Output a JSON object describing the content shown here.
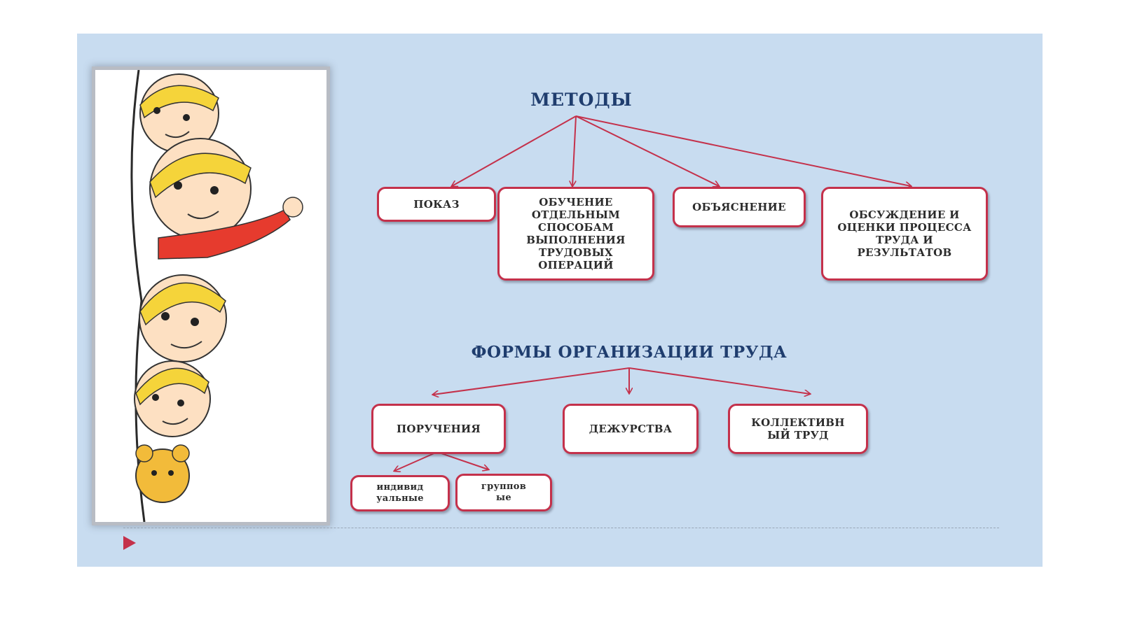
{
  "diagram": {
    "methods_title": "МЕТОДЫ",
    "methods": [
      "ПОКАЗ",
      "ОБУЧЕНИЕ\nОТДЕЛЬНЫМ\nСПОСОБАМ\nВЫПОЛНЕНИЯ\nТРУДОВЫХ\nОПЕРАЦИЙ",
      "ОБЪЯСНЕНИЕ",
      "ОБСУЖДЕНИЕ И\nОЦЕНКИ ПРОЦЕССА\nТРУДА И\nРЕЗУЛЬТАТОВ"
    ],
    "forms_title": "ФОРМЫ ОРГАНИЗАЦИИ ТРУДА",
    "forms": [
      "ПОРУЧЕНИЯ",
      "ДЕЖУРСТВА",
      "КОЛЛЕКТИВН\nЫЙ ТРУД"
    ],
    "assignment_types": [
      "индивид\nуальные",
      "группов\nые"
    ]
  },
  "colors": {
    "slide_background": "#c8dcf0",
    "accent": "#c4314b",
    "heading": "#1f3d6e"
  },
  "icons": {
    "bullet": "red-triangle-bullet",
    "illustration": "children-peeking-cartoon"
  }
}
